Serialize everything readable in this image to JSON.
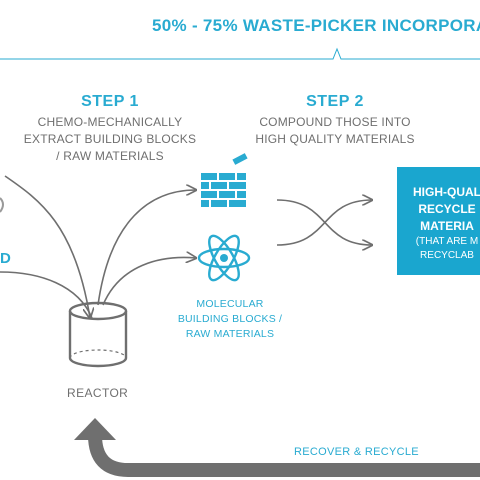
{
  "colors": {
    "accent": "#29abd1",
    "box": "#1aa6cf",
    "gray": "#6f6f6f",
    "arrow": "#6f6f6f"
  },
  "banner": {
    "text": "50% - 75% WASTE-PICKER INCORPORA"
  },
  "step1": {
    "title": "STEP 1",
    "line1": "CHEMO-MECHANICALLY",
    "line2": "EXTRACT BUILDING BLOCKS",
    "line3": "/ RAW MATERIALS"
  },
  "step2": {
    "title": "STEP 2",
    "line1": "COMPOUND THOSE INTO",
    "line2": "HIGH QUALITY MATERIALS"
  },
  "left_label": {
    "text": "D"
  },
  "molecular": {
    "line1": "MOLECULAR",
    "line2": "BUILDING BLOCKS /",
    "line3": "RAW MATERIALS"
  },
  "reactor": {
    "label": "REACTOR"
  },
  "output": {
    "line1": "HIGH-QUAL",
    "line2": "RECYCLE",
    "line3": "MATERIA",
    "line4": "(THAT ARE M",
    "line5": "RECYCLAB"
  },
  "recover": {
    "label": "RECOVER & RECYCLE"
  },
  "icons": {
    "bricks": "brick-wall-icon",
    "atom": "atom-icon",
    "reactor": "cylinder-icon"
  }
}
